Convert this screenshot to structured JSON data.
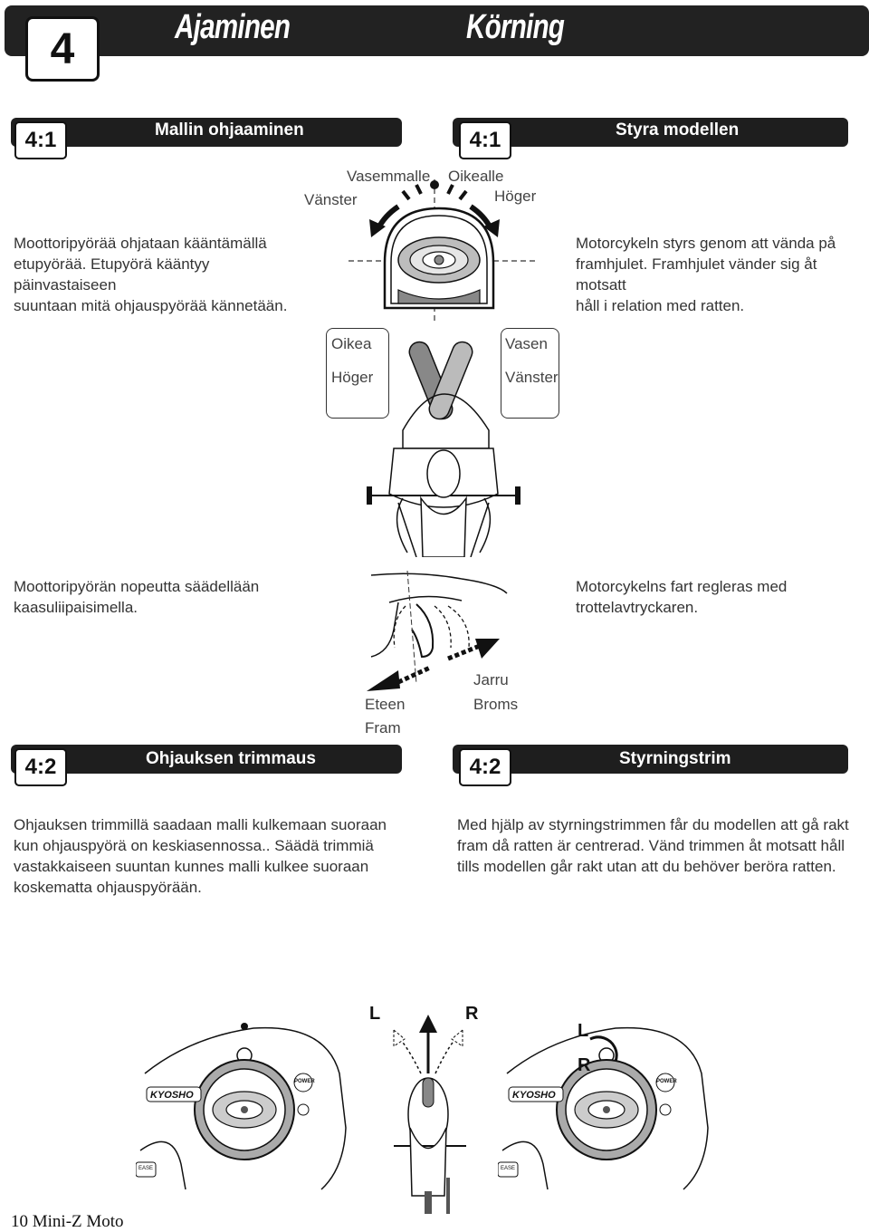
{
  "chapter": {
    "number": "4",
    "title_fi": "Ajaminen",
    "title_sv": "Körning"
  },
  "section1": {
    "num_fi": "4:1",
    "title_fi": "Mallin ohjaaminen",
    "num_sv": "4:1",
    "title_sv": "Styra modellen",
    "text_fi": [
      "Moottoripyörää ohjataan kääntämällä",
      "etupyörää. Etupyörä kääntyy päinvastaiseen",
      "suuntaan mitä ohjauspyörää kännetään."
    ],
    "text_sv": [
      "Motorcykeln styrs genom att vända på",
      "framhjulet. Framhjulet vänder sig åt motsatt",
      "håll i relation med ratten."
    ],
    "wheel_labels": {
      "left_fi": "Vasemmalle",
      "left_sv": "Vänster",
      "right_fi": "Oikealle",
      "right_sv": "Höger"
    },
    "bike_labels": {
      "right_fi": "Oikea",
      "right_sv": "Höger",
      "left_fi": "Vasen",
      "left_sv": "Vänster"
    },
    "throttle_fi": [
      "Moottoripyörän nopeutta säädellään",
      "kaasuliipaisimella."
    ],
    "throttle_sv": [
      "Motorcykelns fart regleras med",
      "trottelavtryckaren."
    ],
    "trigger_labels": {
      "forward_fi": "Eteen",
      "forward_sv": "Fram",
      "brake_fi": "Jarru",
      "brake_sv": "Broms"
    }
  },
  "section2": {
    "num_fi": "4:2",
    "title_fi": "Ohjauksen trimmaus",
    "num_sv": "4:2",
    "title_sv": "Styrningstrim",
    "text_fi": [
      "Ohjauksen trimmillä saadaan malli kulkemaan suoraan",
      "kun ohjauspyörä on keskiasennossa.. Säädä trimmiä",
      "vastakkaiseen suuntan kunnes malli kulkee suoraan",
      "koskematta ohjauspyörään."
    ],
    "text_sv": [
      "Med hjälp av styrningstrimmen får du modellen att gå rakt",
      "fram då ratten är centrerad. Vänd trimmen åt motsatt håll",
      "tills modellen går rakt utan att du behöver beröra ratten."
    ],
    "trim_left": "L",
    "trim_right": "R",
    "trim_left2": "L",
    "trim_right2": "R",
    "brand": "KYOSHO",
    "power": "POWER",
    "release": "EASE"
  },
  "footer": {
    "page": "10 Mini-Z Moto"
  }
}
